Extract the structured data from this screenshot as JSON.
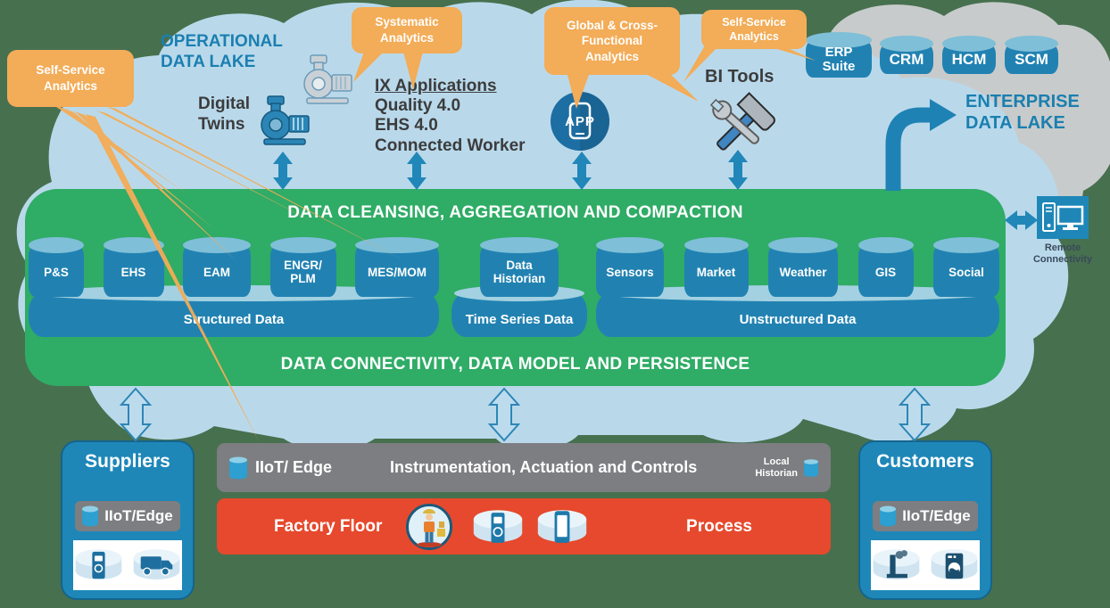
{
  "operational_cloud": {
    "title": "OPERATIONAL\nDATA LAKE"
  },
  "enterprise_cloud": {
    "title": "ENTERPRISE\nDATA LAKE",
    "cylinders": [
      "ERP\nSuite",
      "CRM",
      "HCM",
      "SCM"
    ]
  },
  "callouts": {
    "self_service_left": "Self-Service\nAnalytics",
    "systematic": "Systematic\nAnalytics",
    "global_cross_functional": "Global & Cross-\nFunctional\nAnalytics",
    "self_service_right": "Self-Service\nAnalytics"
  },
  "digital_twins": "Digital\nTwins",
  "ix_applications": {
    "title": "IX Applications",
    "items": [
      "Quality 4.0",
      "EHS 4.0",
      "Connected Worker"
    ]
  },
  "app_icon": {
    "label": "APP"
  },
  "bi_tools": "BI Tools",
  "green_platform": {
    "top_banner": "DATA CLEANSING, AGGREGATION AND COMPACTION",
    "bottom_banner": "DATA CONNECTIVITY, DATA MODEL AND PERSISTENCE",
    "structured": {
      "label": "Structured Data",
      "cylinders": [
        "P&S",
        "EHS",
        "EAM",
        "ENGR/\nPLM",
        "MES/MOM"
      ]
    },
    "time_series": {
      "label": "Time Series Data",
      "cylinders": [
        "Data\nHistorian"
      ]
    },
    "unstructured": {
      "label": "Unstructured Data",
      "cylinders": [
        "Sensors",
        "Market",
        "Weather",
        "GIS",
        "Social"
      ]
    }
  },
  "remote_connectivity": "Remote\nConnectivity",
  "edge_bar": {
    "iiot": "IIoT/ Edge",
    "title": "Instrumentation, Actuation and Controls",
    "local_historian": "Local\nHistorian"
  },
  "floor_bar": {
    "left": "Factory Floor",
    "right": "Process"
  },
  "suppliers": {
    "title": "Suppliers",
    "badge": "IIoT/Edge"
  },
  "customers": {
    "title": "Customers",
    "badge": "IIoT/Edge"
  },
  "icons": [
    "pump-icon",
    "digital-twin-pump-icon",
    "app-icon",
    "bi-tools-icon",
    "database-cylinder-icon",
    "remote-connectivity-icon",
    "worker-icon",
    "meter-device-icon",
    "smartphone-icon",
    "truck-icon",
    "factory-icon",
    "washing-machine-icon",
    "up-down-arrow",
    "curved-arrow",
    "analytics-ray"
  ],
  "colors": {
    "background": "#47704f",
    "operational_cloud": "#b9d9eb",
    "enterprise_cloud": "#c8cbcb",
    "green_box": "#2fac66",
    "cylinder": "#2182b2",
    "cylinder_top": "#7fbfd8",
    "callout_orange": "#f3ac57",
    "factory_red": "#e6492d",
    "edge_gray": "#7d7e81",
    "side_box_blue": "#1e87b8",
    "arrow_blue": "#2187b8",
    "cloud_text_blue": "#1b7fb0"
  }
}
